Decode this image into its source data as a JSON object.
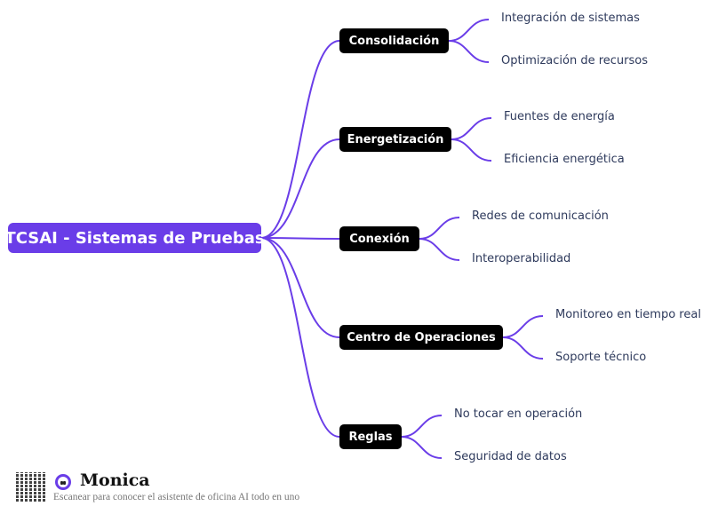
{
  "root": {
    "label": "TCSAI - Sistemas de Pruebas"
  },
  "branches": [
    {
      "label": "Consolidación",
      "children": [
        "Integración de sistemas",
        "Optimización de recursos"
      ]
    },
    {
      "label": "Energetización",
      "children": [
        "Fuentes de energía",
        "Eficiencia energética"
      ]
    },
    {
      "label": "Conexión",
      "children": [
        "Redes de comunicación",
        "Interoperabilidad"
      ]
    },
    {
      "label": "Centro de Operaciones",
      "children": [
        "Monitoreo en tiempo real",
        "Soporte técnico"
      ]
    },
    {
      "label": "Reglas",
      "children": [
        "No tocar en operación",
        "Seguridad de datos"
      ]
    }
  ],
  "footer": {
    "brand": "Monica",
    "tagline": "Escanear para conocer el asistente de oficina AI todo en uno"
  },
  "colors": {
    "accent": "#6a3de8",
    "branch": "#000000",
    "leaf_text": "#2e3a5c"
  }
}
